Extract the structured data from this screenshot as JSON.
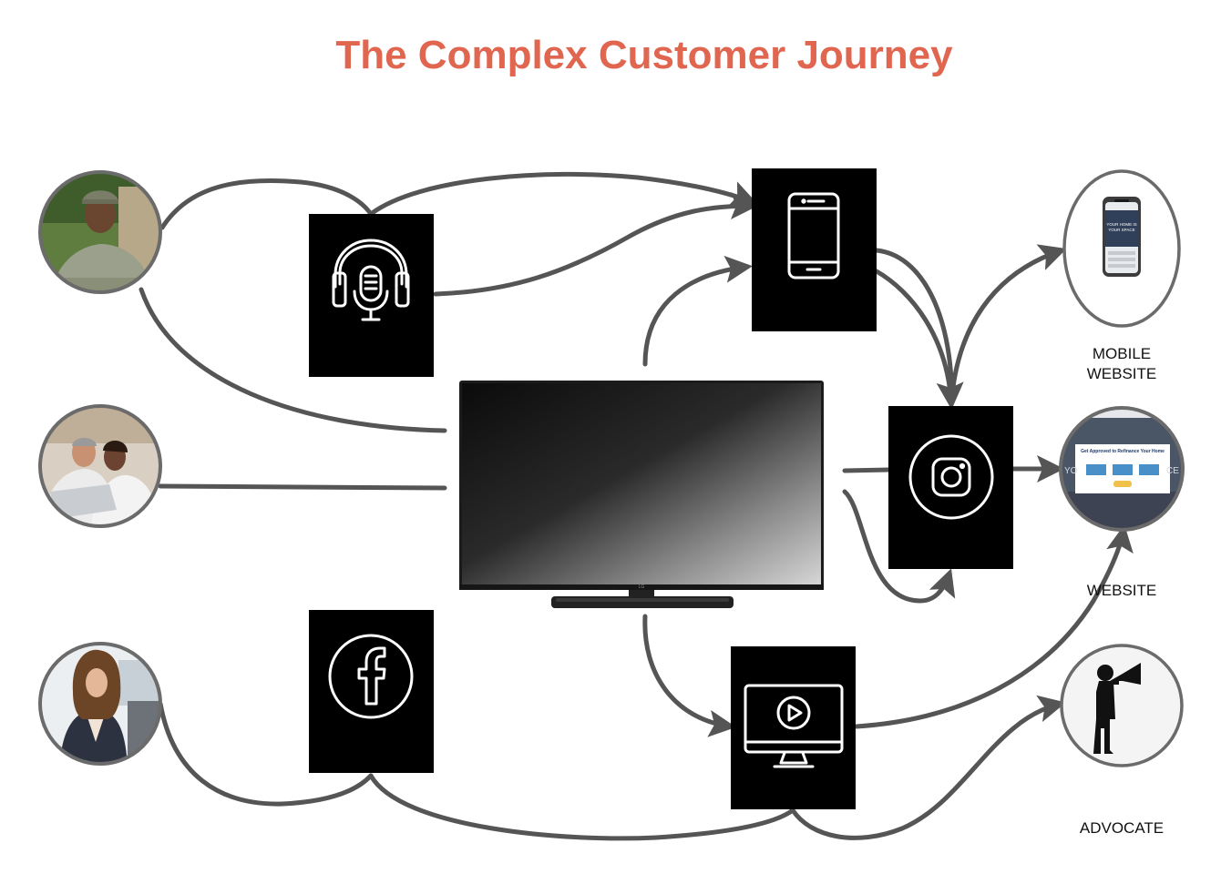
{
  "title": "The Complex Customer Journey",
  "colors": {
    "title": "#e06650",
    "connector": "#555555",
    "box": "#000000",
    "icon_stroke": "#ffffff",
    "node_border": "#6b6b6b"
  },
  "people": [
    {
      "id": "person-soldier",
      "icon": "soldier-photo"
    },
    {
      "id": "person-couple",
      "icon": "couple-laptop-photo"
    },
    {
      "id": "person-woman",
      "icon": "businesswoman-photo"
    }
  ],
  "channels": [
    {
      "id": "podcast",
      "icon": "podcast-headphones-icon"
    },
    {
      "id": "mobile",
      "icon": "smartphone-icon"
    },
    {
      "id": "tv",
      "icon": "television-icon"
    },
    {
      "id": "instagram",
      "icon": "instagram-icon"
    },
    {
      "id": "facebook",
      "icon": "facebook-icon"
    },
    {
      "id": "video",
      "icon": "monitor-video-icon"
    }
  ],
  "destinations": {
    "mobile_website": {
      "label_line1": "MOBILE",
      "label_line2": "WEBSITE"
    },
    "website": {
      "label": "WEBSITE",
      "screen_heading": "Get Approved to Refinance Your Home",
      "screen_left": "YO",
      "screen_right": "CE"
    },
    "advocate": {
      "label": "ADVOCATE"
    }
  },
  "phone_screen": {
    "text_line1": "YOUR HOME IS",
    "text_line2": "YOUR SPACE"
  }
}
